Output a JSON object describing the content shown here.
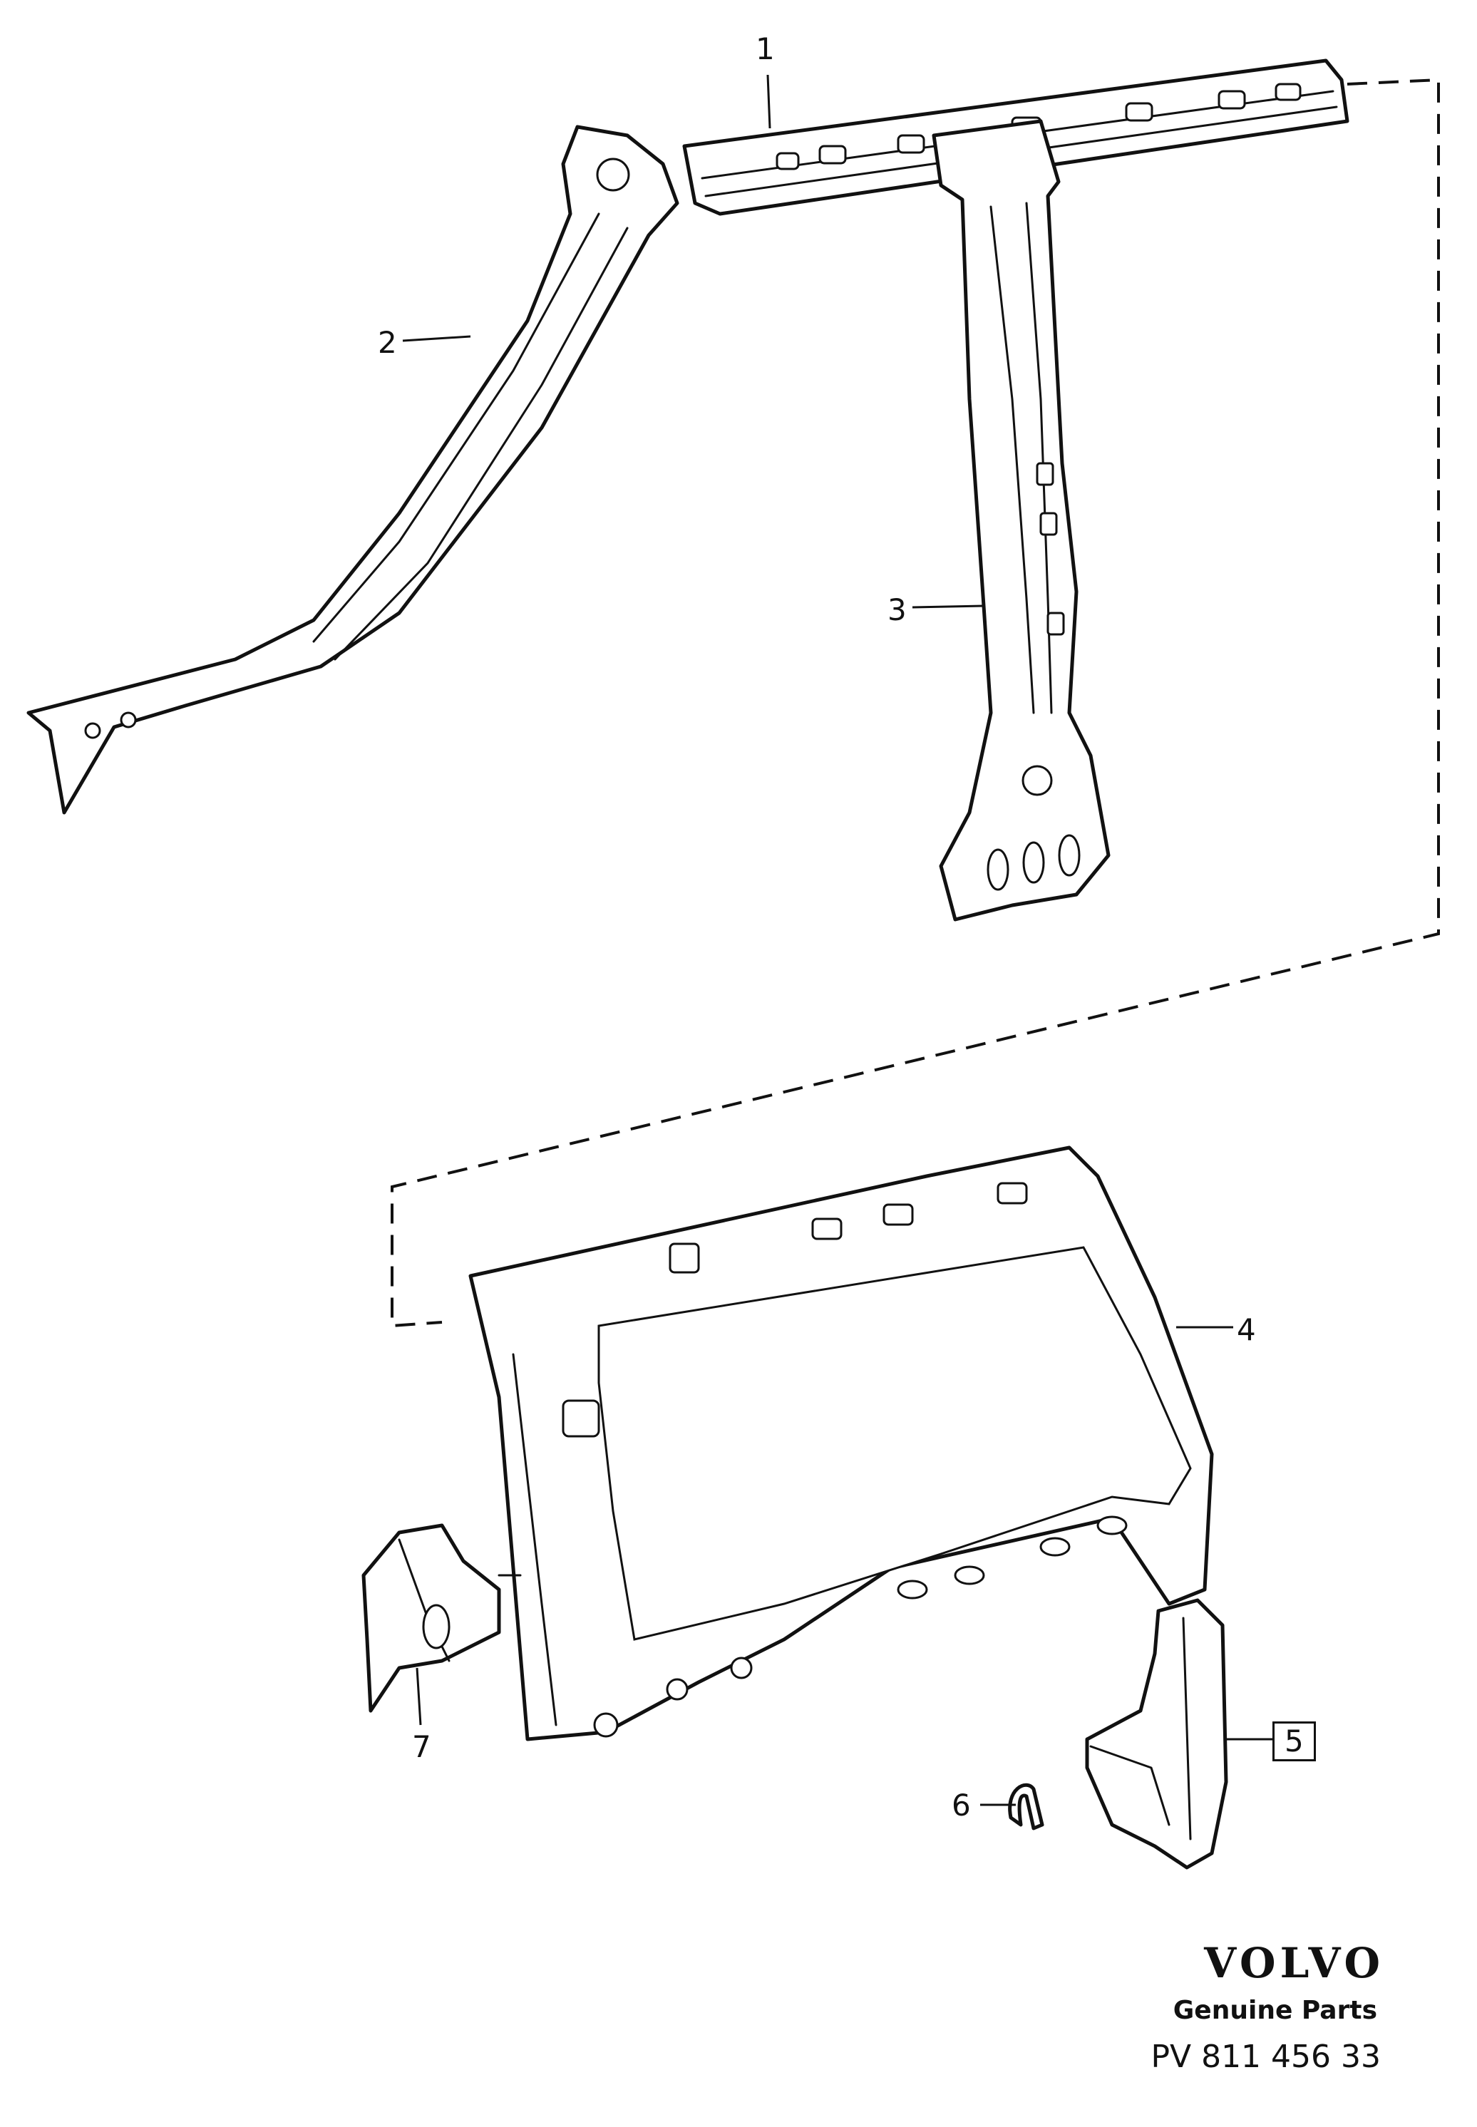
{
  "callouts": [
    {
      "number": "1",
      "boxed": false
    },
    {
      "number": "2",
      "boxed": false
    },
    {
      "number": "3",
      "boxed": false
    },
    {
      "number": "4",
      "boxed": false
    },
    {
      "number": "5",
      "boxed": true
    },
    {
      "number": "6",
      "boxed": false
    },
    {
      "number": "7",
      "boxed": false
    }
  ],
  "brand": {
    "logo": "VOLVO",
    "tagline": "Genuine Parts",
    "code": "PV 811 456 33"
  }
}
